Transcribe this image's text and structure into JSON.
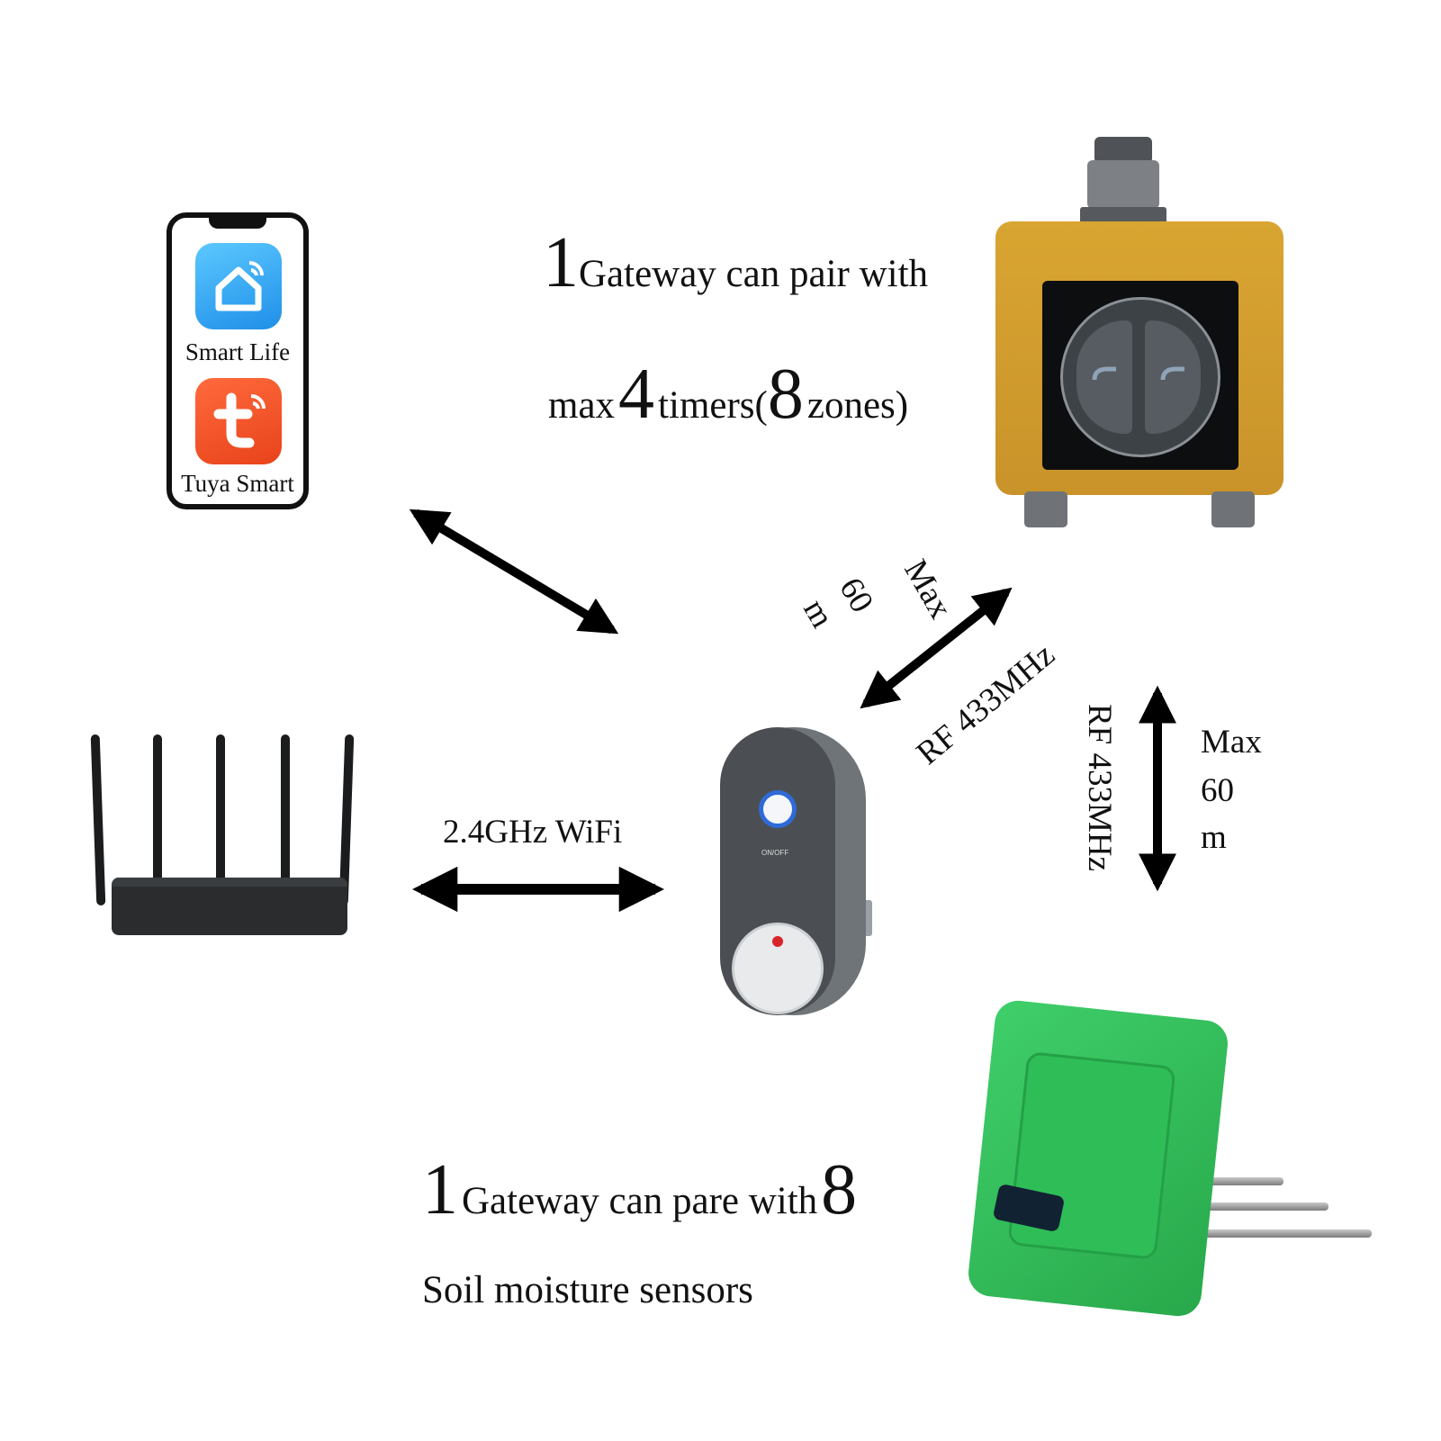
{
  "phone": {
    "app1": "Smart Life",
    "app2": "Tuya Smart"
  },
  "top_text": {
    "line1_num": "1",
    "line1_text": "Gateway can pair with",
    "line2_pre": "max",
    "line2_num1": "4",
    "line2_mid": "timers(",
    "line2_num2": "8",
    "line2_post": "zones)"
  },
  "diag_link": {
    "max_words": [
      "Max",
      "60",
      "m"
    ],
    "rf": "RF 433MHz"
  },
  "vertical_link": {
    "rf": "RF 433MHz",
    "max_words": [
      "Max",
      "60",
      "m"
    ]
  },
  "wifi_link": {
    "label": "2.4GHz WiFi"
  },
  "bottom_text": {
    "num1": "1",
    "text": "Gateway can pare with",
    "num2": "8",
    "line2": "Soil moisture sensors"
  },
  "gateway": {
    "led_text": "ON/OFF"
  },
  "colors": {
    "arrow": "#000000",
    "timer_body": "#d2a030",
    "sensor_body": "#34c35c",
    "gateway_body": "#4b4f53",
    "app_smart_life": "#2a9df0",
    "app_tuya": "#f2542a"
  },
  "icons": [
    "smart-life-app-icon",
    "tuya-smart-app-icon",
    "wifi-router-icon",
    "gateway-plug-icon",
    "water-timer-icon",
    "soil-sensor-icon"
  ]
}
